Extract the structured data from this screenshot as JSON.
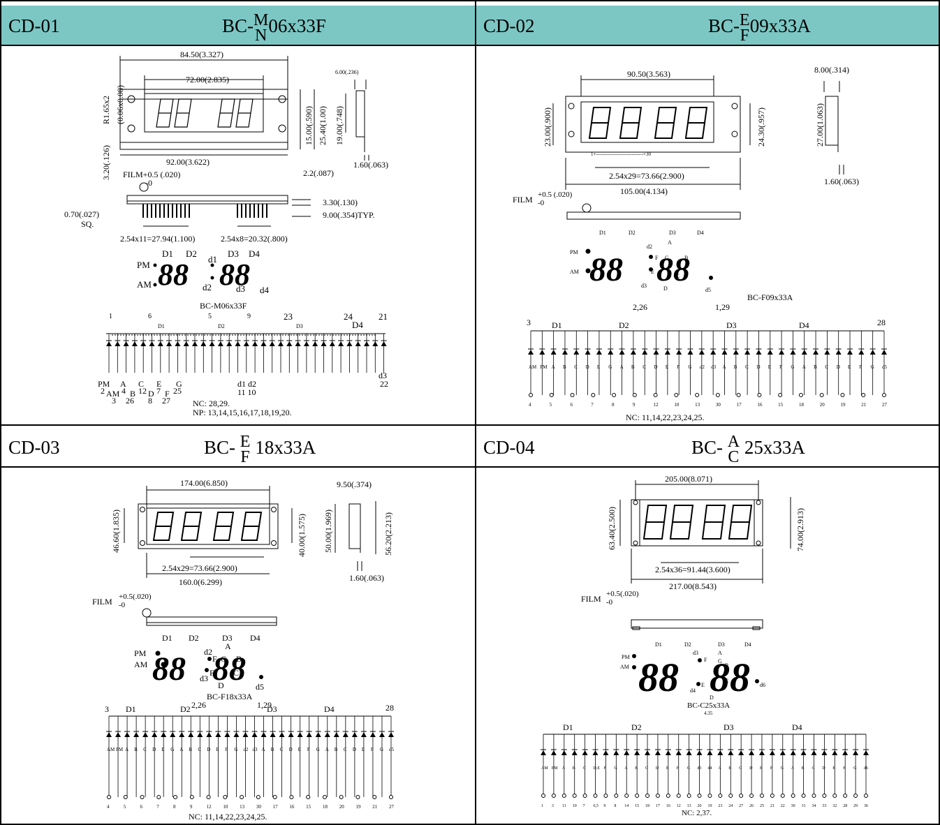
{
  "panels": [
    {
      "id": "CD-01",
      "model_prefix": "BC-",
      "model_top": "M",
      "model_bottom": "N",
      "model_suffix": "06x33F",
      "dims": {
        "overall_width": "84.50(3.327)",
        "window_width": "72.00(2.835)",
        "mount_width": "92.00(3.622)",
        "radius": "R1.65x2",
        "hole": "(0.06x0.08)",
        "offset": "3.20(.126)",
        "h1": "15.00(.590)",
        "h2": "25.40(1.00)",
        "h3": "19.00(.748)",
        "side_top": "6.00(.236)",
        "side_bottom": "1.60(.063)",
        "hole_dia": "2.2(.087)",
        "film": "FILM+0.5 (.020)",
        "film_minus": "-0",
        "pin_h": "3.30(.130)",
        "pin_len": "9.00(.354)TYP.",
        "pin_sq": "0.70(.027)",
        "pin_sq2": "SQ.",
        "pitch1": "2.54x11=27.94(1.100)",
        "pitch2": "2.54x8=20.32(.800)"
      },
      "digit_labels": [
        "D1",
        "D2",
        "D3",
        "D4"
      ],
      "side_labels": [
        "PM",
        "AM"
      ],
      "dot_labels": [
        "d1",
        "d2",
        "d3",
        "d4"
      ],
      "circuit_title": "BC-M06x33F",
      "pin_top": [
        "1",
        "6",
        "5",
        "9",
        "23",
        "24",
        "21"
      ],
      "circuit_groups": [
        "D1",
        "D2",
        "D3",
        "D4"
      ],
      "pin_bottom_labels": [
        "PM",
        "A",
        "C",
        "E",
        "G",
        "AM",
        "B",
        "D",
        "F",
        "d1 d2",
        "d3"
      ],
      "pin_bottom_nums": [
        "2",
        "4",
        "12",
        "7",
        "25",
        "3",
        "26",
        "8",
        "27",
        "11 10",
        "22"
      ],
      "nc": "NC: 28,29.",
      "np": "NP: 13,14,15,16,17,18,19,20."
    },
    {
      "id": "CD-02",
      "model_prefix": "BC-",
      "model_top": "E",
      "model_bottom": "F",
      "model_suffix": "09x33A",
      "dims": {
        "overall_width": "90.50(3.563)",
        "height": "23.00(.900)",
        "height2": "24.30(.957)",
        "side_width": "8.00(.314)",
        "side_height": "27.00(1.063)",
        "side_bottom": "1.60(.063)",
        "pitch": "2.54x29=73.66(2.900)",
        "mount_width": "105.00(4.134)",
        "film": "FILM",
        "film_tol": "+0.5 (.020)",
        "film_minus": "-0",
        "pin_range": "1+-----------------------------+30"
      },
      "digit_labels": [
        "D1",
        "D2",
        "D3",
        "D4"
      ],
      "side_labels": [
        "PM",
        "AM"
      ],
      "seg_labels": [
        "A",
        "B",
        "C",
        "D",
        "E",
        "F",
        "G",
        "d2",
        "d3",
        "d5"
      ],
      "circuit_title": "BC-F09x33A",
      "pin_top": [
        "3",
        "2,26",
        "1,29",
        "28"
      ],
      "circuit_groups": [
        "D1",
        "D2",
        "D3",
        "D4"
      ],
      "cols": [
        "AM",
        "PM",
        "A",
        "B",
        "C",
        "D",
        "E",
        "G",
        "A",
        "B",
        "C",
        "D",
        "E",
        "F",
        "G",
        "d2",
        "d3",
        "A",
        "B",
        "C",
        "D",
        "E",
        "F",
        "G",
        "A",
        "B",
        "C",
        "D",
        "E",
        "F",
        "G",
        "d5"
      ],
      "pins": [
        "4",
        "5",
        "6",
        "7",
        "8",
        "9",
        "12",
        "10",
        "13",
        "30",
        "17",
        "16",
        "15",
        "18",
        "20",
        "19",
        "21",
        "27"
      ],
      "nc": "NC: 11,14,22,23,24,25."
    },
    {
      "id": "CD-03",
      "model_prefix": "BC-",
      "model_top": "E",
      "model_bottom": "F",
      "model_suffix": "18x33A",
      "dims": {
        "overall_width": "174.00(6.850)",
        "height": "46.60(1.835)",
        "height2": "40.00(1.575)",
        "side_width": "9.50(.374)",
        "side_h1": "50.00(1.969)",
        "side_h2": "56.20(2.213)",
        "side_bottom": "1.60(.063)",
        "pitch": "2.54x29=73.66(2.900)",
        "mount_width": "160.0(6.299)",
        "film": "FILM",
        "film_tol": "+0.5(.020)",
        "film_minus": "-0"
      },
      "digit_labels": [
        "D1",
        "D2",
        "D3",
        "D4"
      ],
      "side_labels": [
        "PM",
        "AM"
      ],
      "seg_labels": [
        "A",
        "B",
        "C",
        "D",
        "E",
        "F",
        "G",
        "d2",
        "d3",
        "d5"
      ],
      "circuit_title": "BC-F18x33A",
      "pin_top": [
        "3",
        "2,26",
        "1,29",
        "28"
      ],
      "circuit_groups": [
        "D1",
        "D2",
        "D3",
        "D4"
      ],
      "cols": [
        "AM",
        "PM",
        "A",
        "B",
        "C",
        "D",
        "E",
        "G",
        "A",
        "B",
        "C",
        "D",
        "E",
        "F",
        "G",
        "d2",
        "d3",
        "A",
        "B",
        "C",
        "D",
        "E",
        "F",
        "G",
        "A",
        "B",
        "C",
        "D",
        "E",
        "F",
        "G",
        "d5"
      ],
      "pins": [
        "4",
        "5",
        "6",
        "7",
        "8",
        "9",
        "12",
        "10",
        "13",
        "30",
        "17",
        "16",
        "15",
        "18",
        "20",
        "19",
        "21",
        "27"
      ],
      "nc": "NC: 11,14,22,23,24,25."
    },
    {
      "id": "CD-04",
      "model_prefix": "BC-",
      "model_top": "A",
      "model_bottom": "C",
      "model_suffix": "25x33A",
      "dims": {
        "overall_width": "205.00(8.071)",
        "height": "63.40(2.500)",
        "height2": "74.00(2.913)",
        "pitch": "2.54x36=91.44(3.600)",
        "mount_width": "217.00(8.543)",
        "film": "FILM",
        "film_tol": "+0.5(.020)",
        "film_minus": "-0"
      },
      "digit_labels": [
        "D1",
        "D2",
        "D3",
        "D4"
      ],
      "side_labels": [
        "PM",
        "AM"
      ],
      "seg_labels": [
        "A",
        "B",
        "C",
        "D",
        "E",
        "F",
        "G",
        "d3",
        "d4",
        "d6"
      ],
      "circuit_title": "BC-C25x33A",
      "pin_top": [
        "4.35"
      ],
      "circuit_groups": [
        "D1",
        "D2",
        "D3",
        "D4"
      ],
      "cols": [
        "AM",
        "PM",
        "A",
        "B",
        "C",
        "D,E",
        "F",
        "G",
        "A",
        "B",
        "C",
        "D",
        "E",
        "F",
        "G",
        "d3",
        "d4",
        "A",
        "B",
        "C",
        "D",
        "E",
        "F",
        "G",
        "A",
        "B",
        "C",
        "D",
        "E",
        "F",
        "G",
        "d6"
      ],
      "pins": [
        "1",
        "3",
        "11",
        "10",
        "7",
        "6,5",
        "9",
        "8",
        "14",
        "15",
        "18",
        "17",
        "16",
        "12",
        "13",
        "20",
        "19",
        "23",
        "24",
        "27",
        "26",
        "25",
        "21",
        "22",
        "30",
        "31",
        "34",
        "33",
        "32",
        "28",
        "29",
        "36"
      ],
      "nc": "NC: 2,37."
    }
  ]
}
